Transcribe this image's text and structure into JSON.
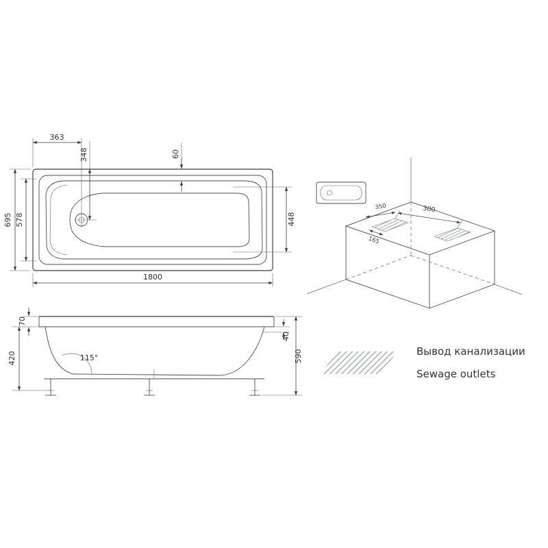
{
  "legend": {
    "ru_label": "Вывод канализации",
    "en_label": "Sewage outlets"
  },
  "top_view": {
    "dim_drain_offset_x": "363",
    "dim_drain_offset_y": "348",
    "dim_rim_width": "60",
    "dim_outer_width": "695",
    "dim_inner_width": "578",
    "dim_inner_end_width": "448",
    "dim_length": "1800"
  },
  "side_view": {
    "dim_rim_height": "70",
    "dim_body_height": "420",
    "dim_slope_angle": "115°",
    "dim_rim_gap": "40",
    "dim_total_height": "590"
  },
  "iso_view": {
    "dim_between_outlets": "300",
    "dim_corner_offset": "350",
    "dim_outlet_depth": "165"
  },
  "colors": {
    "line": "#3c3c3c",
    "hatch": "#93a09e",
    "hatch_dark": "#6e7e7b"
  }
}
